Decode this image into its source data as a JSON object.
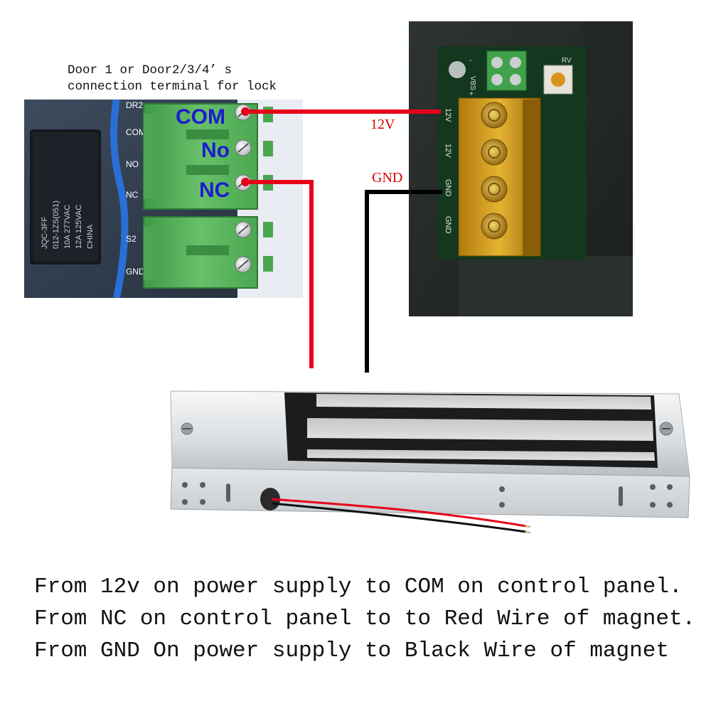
{
  "terminal_caption": {
    "line1": "Door 1 or Door2/3/4’ s",
    "line2": "connection terminal for lock"
  },
  "relay_labels": {
    "com": "COM",
    "no": "No",
    "nc": "NC"
  },
  "board_pins": [
    "DR2",
    "COM",
    "NO",
    "NC",
    "S2",
    "GND"
  ],
  "relay_chip_text": [
    "JQC-3FF",
    "012-1ZS(051)",
    "10A 277VAC",
    "12A 125VAC",
    "CHINA"
  ],
  "psu_terminals": [
    "12V",
    "12V",
    "GND",
    "GND"
  ],
  "psu_small_labels": [
    "-",
    "VBS",
    "+",
    "RV"
  ],
  "wire_labels": {
    "v12": "12V",
    "gnd": "GND"
  },
  "instructions": [
    "From 12v on power supply to COM on control panel.",
    "From NC on control panel to to Red Wire of magnet.",
    "From GND On power supply to Black Wire of magnet"
  ],
  "colors": {
    "red_wire": "#e8001a",
    "black_wire": "#000000",
    "label_blue": "#1c1cd0",
    "label_red": "#d40000"
  }
}
